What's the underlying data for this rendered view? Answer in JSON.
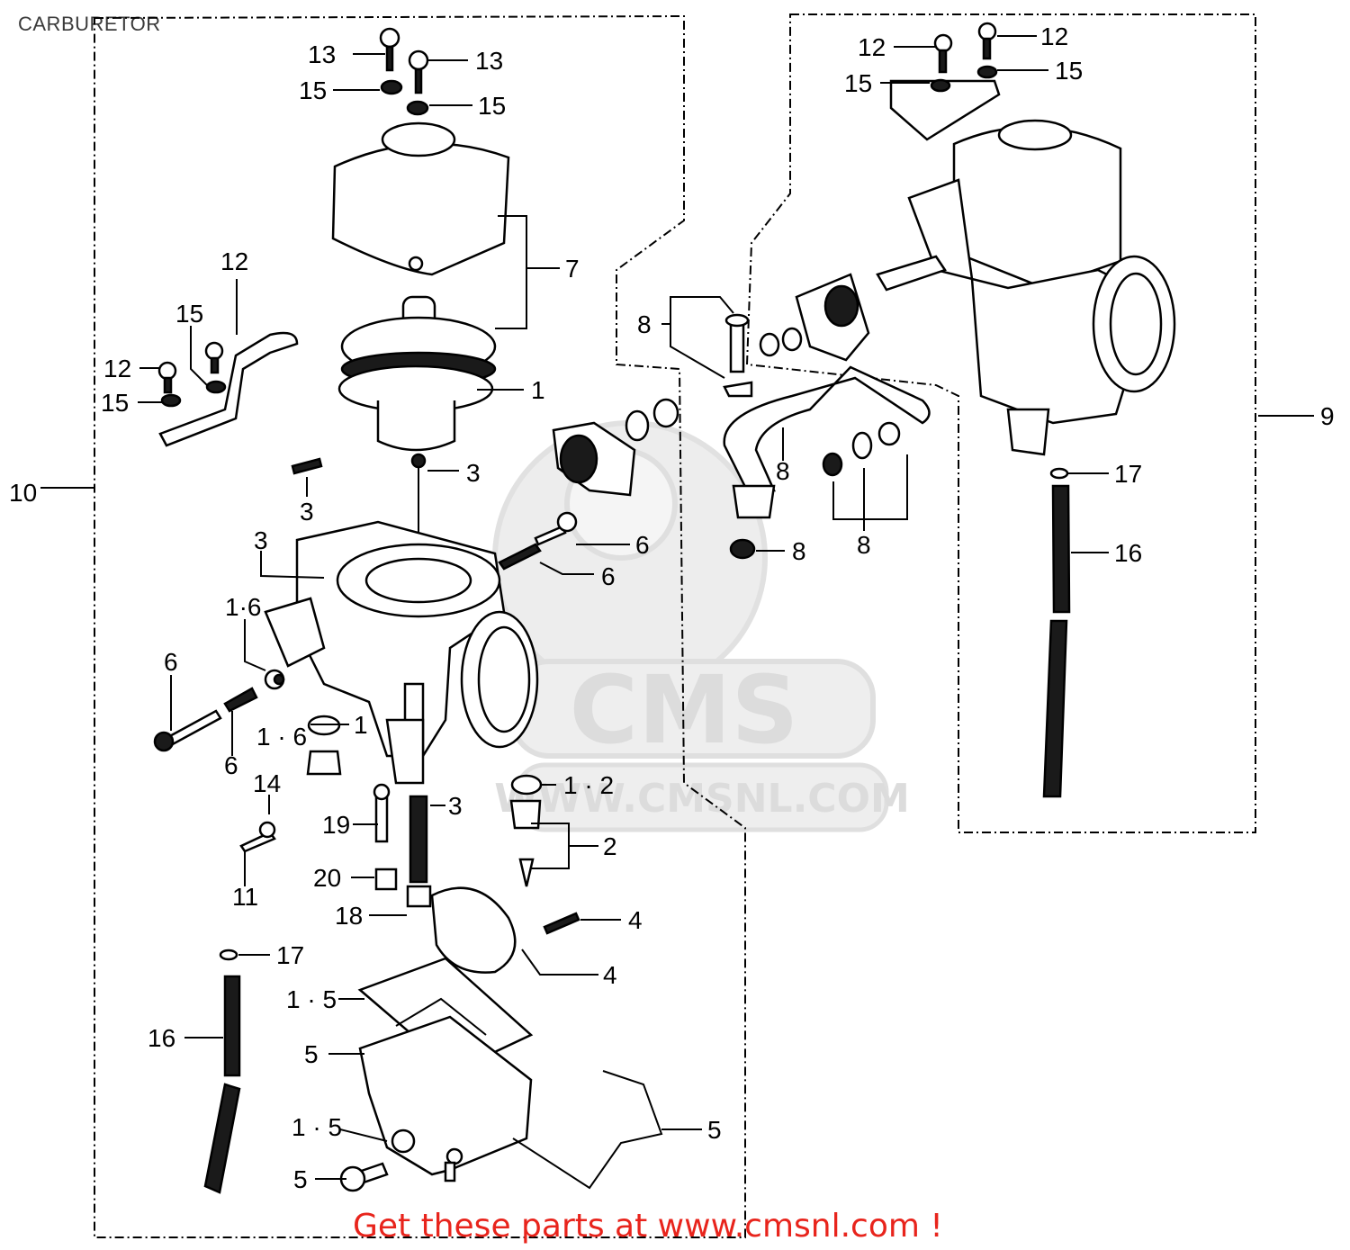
{
  "page": {
    "title": "CARBURETOR",
    "footer_link": "Get these parts at www.cmsnl.com !"
  },
  "watermark": {
    "brand": "CMS",
    "url": "WWW.CMSNL.COM"
  },
  "callouts": [
    {
      "id": "c13a",
      "text": "13"
    },
    {
      "id": "c13b",
      "text": "13"
    },
    {
      "id": "c15a",
      "text": "15"
    },
    {
      "id": "c15b",
      "text": "15"
    },
    {
      "id": "c7",
      "text": "7"
    },
    {
      "id": "c12a",
      "text": "12"
    },
    {
      "id": "c15c",
      "text": "15"
    },
    {
      "id": "c12b",
      "text": "12"
    },
    {
      "id": "c15d",
      "text": "15"
    },
    {
      "id": "c1a",
      "text": "1"
    },
    {
      "id": "c10",
      "text": "10"
    },
    {
      "id": "c3a",
      "text": "3"
    },
    {
      "id": "c3b",
      "text": "3"
    },
    {
      "id": "c3c",
      "text": "3"
    },
    {
      "id": "c6a",
      "text": "6"
    },
    {
      "id": "c6b",
      "text": "6"
    },
    {
      "id": "c16a",
      "text": "1·6"
    },
    {
      "id": "c6c",
      "text": "6"
    },
    {
      "id": "c16b",
      "text": "1 · 6"
    },
    {
      "id": "c1b",
      "text": "1"
    },
    {
      "id": "c6d",
      "text": "6"
    },
    {
      "id": "c14",
      "text": "14"
    },
    {
      "id": "c19",
      "text": "19"
    },
    {
      "id": "c3d",
      "text": "3"
    },
    {
      "id": "c12c",
      "text": "1 · 2"
    },
    {
      "id": "c2",
      "text": "2"
    },
    {
      "id": "c11",
      "text": "11"
    },
    {
      "id": "c20",
      "text": "20"
    },
    {
      "id": "c18",
      "text": "18"
    },
    {
      "id": "c4a",
      "text": "4"
    },
    {
      "id": "c4b",
      "text": "4"
    },
    {
      "id": "c17a",
      "text": "17"
    },
    {
      "id": "c15e",
      "text": "1 · 5"
    },
    {
      "id": "c16c",
      "text": "16"
    },
    {
      "id": "c5a",
      "text": "5"
    },
    {
      "id": "c15f",
      "text": "1 · 5"
    },
    {
      "id": "c5b",
      "text": "5"
    },
    {
      "id": "c5c",
      "text": "5"
    },
    {
      "id": "c12d",
      "text": "12"
    },
    {
      "id": "c12e",
      "text": "12"
    },
    {
      "id": "c15g",
      "text": "15"
    },
    {
      "id": "c15h",
      "text": "15"
    },
    {
      "id": "c8a",
      "text": "8"
    },
    {
      "id": "c8b",
      "text": "8"
    },
    {
      "id": "c8c",
      "text": "8"
    },
    {
      "id": "c8d",
      "text": "8"
    },
    {
      "id": "c9",
      "text": "9"
    },
    {
      "id": "c17b",
      "text": "17"
    },
    {
      "id": "c16d",
      "text": "16"
    }
  ]
}
